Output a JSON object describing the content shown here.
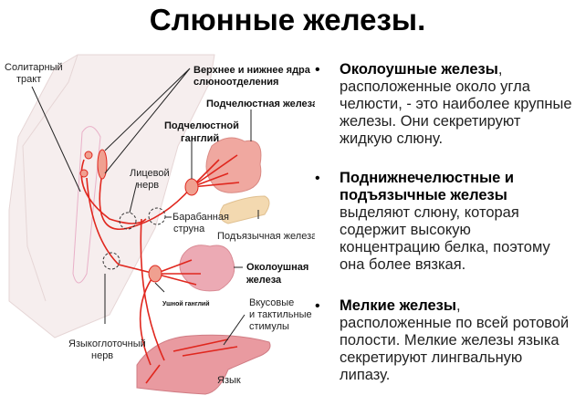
{
  "title": "Слюнные железы.",
  "diagram": {
    "labels": {
      "solitary_tract_1": "Солитарный",
      "solitary_tract_2": "тракт",
      "nuclei_1": "Верхнее и нижнее ядра",
      "nuclei_2": "слюноотделения",
      "submandibular_gland": "Подчелюстная железа",
      "submandibular_ganglion_1": "Подчелюстной",
      "submandibular_ganglion_2": "ганглий",
      "facial_nerve_1": "Лицевой",
      "facial_nerve_2": "нерв",
      "chorda_tympani_1": "Барабанная",
      "chorda_tympani_2": "струна",
      "sublingual_gland": "Подъязычная железа",
      "parotid_gland_1": "Околоушная",
      "parotid_gland_2": "железа",
      "otic_ganglion": "Ушной ганглий",
      "taste_1": "Вкусовые",
      "taste_2": "и тактильные",
      "taste_3": "стимулы",
      "glossopharyngeal_1": "Языкоглоточный",
      "glossopharyngeal_2": "нерв",
      "tongue": "Язык"
    }
  },
  "bullets": [
    {
      "bold": "Околоушные железы",
      "text": ", расположенные около угла челюсти, - это наиболее крупные железы. Они секретируют жидкую слюну."
    },
    {
      "bold": "Поднижнечелюстные и подъязычные железы",
      "text": " выделяют слюну, которая содержит высокую концентрацию белка, поэтому она более вязкая."
    },
    {
      "bold": "Мелкие железы",
      "text": ", расположенные по всей ротовой полости. Мелкие железы языка секретируют лингвальную липазу."
    }
  ],
  "colors": {
    "nerve": "#e0271e",
    "gland": "#f0a8a0",
    "sublingual": "#f3d9b0",
    "tongue": "#e99aa0"
  }
}
